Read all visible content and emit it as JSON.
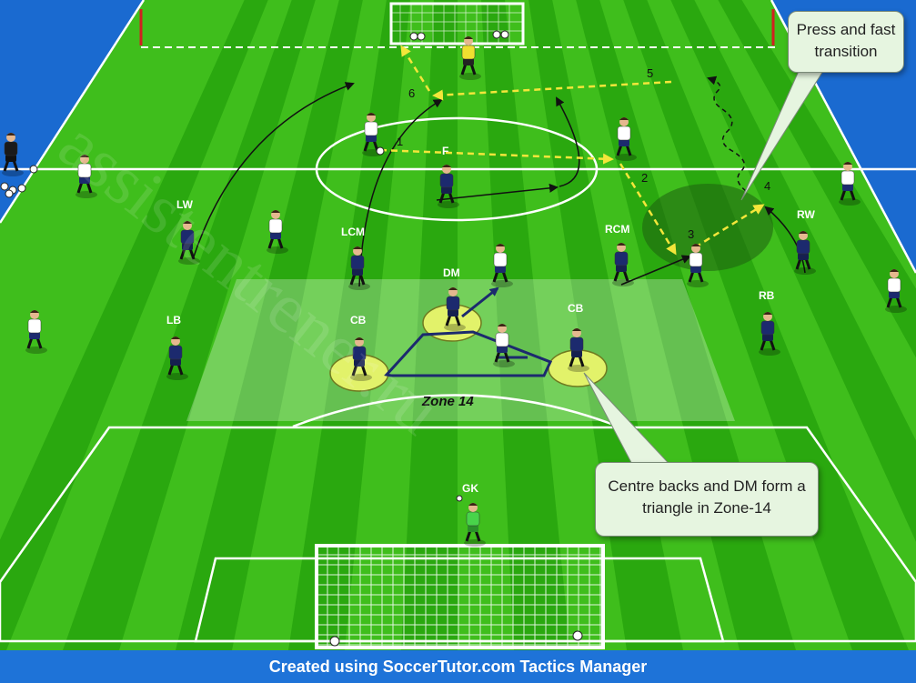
{
  "labels": {
    "lw": "LW",
    "lb": "LB",
    "lcm": "LCM",
    "dm": "DM",
    "cb_left": "CB",
    "cb_right": "CB",
    "rcm": "RCM",
    "rw": "RW",
    "rb": "RB",
    "gk": "GK",
    "f": "F"
  },
  "sequence": [
    "1",
    "2",
    "3",
    "4",
    "5",
    "6"
  ],
  "zone": {
    "label": "Zone 14"
  },
  "callouts": {
    "press": "Press and fast transition",
    "triangle": "Centre backs and DM form a triangle in Zone-14"
  },
  "watermark": "assistentrener.ru",
  "footer": "Created using SoccerTutor.com Tactics Manager",
  "colors": {
    "pitch_light": "#3fbe1c",
    "pitch_dark": "#2aa80f",
    "team_blue": "#1c2a6e",
    "team_white": "#ffffff",
    "pass_line": "#f3e63a",
    "footer_bg": "#1e73d8"
  }
}
